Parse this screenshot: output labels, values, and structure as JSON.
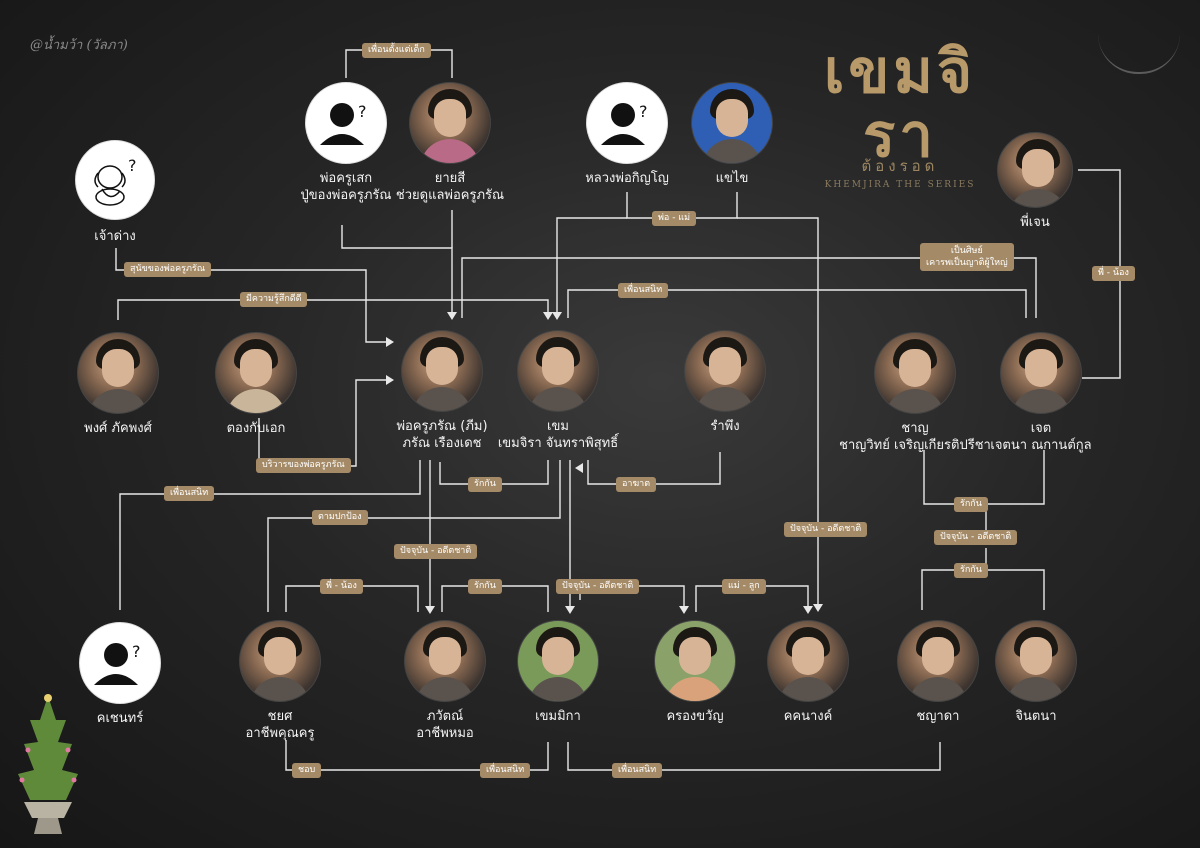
{
  "watermark": "@น้ำมว้า (วัลภา)",
  "logo": {
    "main": "เขมจิรา",
    "sub": "ต้องรอด",
    "eng": "KHEMJIRA THE SERIES"
  },
  "characters": {
    "por_kru_sek": {
      "line1": "พ่อครูเสก",
      "line2": "ปู่ของพ่อครูภรัณ"
    },
    "yai_si": {
      "line1": "ยายสี",
      "line2": "ช่วยดูแลพ่อครูภรัณ"
    },
    "luang_por": {
      "line1": "หลวงพ่อกิญโญ"
    },
    "chaeng_khai": {
      "line1": "แขไข"
    },
    "phi_jen": {
      "line1": "พี่เจน"
    },
    "jao_dang": {
      "line1": "เจ้าด่าง"
    },
    "phong": {
      "line1": "พงศ์ ภัคพงศ์"
    },
    "tong_kab_ek": {
      "line1": "ตองกับเอก"
    },
    "por_kru_paran": {
      "line1": "พ่อครูภรัณ (ภีม)",
      "line2": "ภรัณ เรืองเดช"
    },
    "khem": {
      "line1": "เขม",
      "line2": "เขมจิรา จันทราพิสุทธิ์"
    },
    "ram_ping": {
      "line1": "รำพึง"
    },
    "chanyu": {
      "line1": "ชาญ",
      "line2": "ชาญวิทย์ เจริญเกียรติปรีชา"
    },
    "jet": {
      "line1": "เจต",
      "line2": "เจตนา ณกานต์กูล"
    },
    "khachen": {
      "line1": "คเชนทร์"
    },
    "chai": {
      "line1": "ชยศ",
      "line2": "อาชีพคุณครู"
    },
    "pawat": {
      "line1": "ภวัตณ์",
      "line2": "อาชีพหมอ"
    },
    "khemmika": {
      "line1": "เขมมิกา"
    },
    "krong_kwan": {
      "line1": "ครองขวัญ"
    },
    "khanang": {
      "line1": "คคนางค์"
    },
    "chanyada": {
      "line1": "ชญาดา"
    },
    "jintana": {
      "line1": "จินตนา"
    }
  },
  "relations": {
    "friends_since_kid": "เพื่อนตั้งแต่เด็ก",
    "father_mother": "พ่อ - แม่",
    "disciple": "เป็นศิษย์",
    "disciple2": "เคารพเป็นญาติผู้ใหญ่",
    "sibling": "พี่ - น้อง",
    "dog_of_paran": "สุนัขของพ่อครูภรัณ",
    "has_feelings": "มีความรู้สึกดีดี",
    "friends_top": "เพื่อนสนิท",
    "servants": "บริวารของพ่อครูภรัณ",
    "love_center": "รักกัน",
    "vengeance": "อาฆาต",
    "friends_left": "เพื่อนสนิท",
    "follow_protect": "ตามปกป้อง",
    "love_right": "รักกัน",
    "present_past_right": "ปัจจุบัน - อดีตชาติ",
    "present_past_khanang": "ปัจจุบัน - อดีตชาติ",
    "present_past_pawat": "ปัจจุบัน - อดีตชาติ",
    "love_lower_right": "รักกัน",
    "sibling_lower": "พี่ - น้อง",
    "love_lower": "รักกัน",
    "present_past_lower": "ปัจจุบัน - อดีตชาติ",
    "mother_child": "แม่ - ลูก",
    "like": "ชอบ",
    "friends_bottom": "เพื่อนสนิท",
    "friends_bottom2": "เพื่อนสนิท"
  }
}
